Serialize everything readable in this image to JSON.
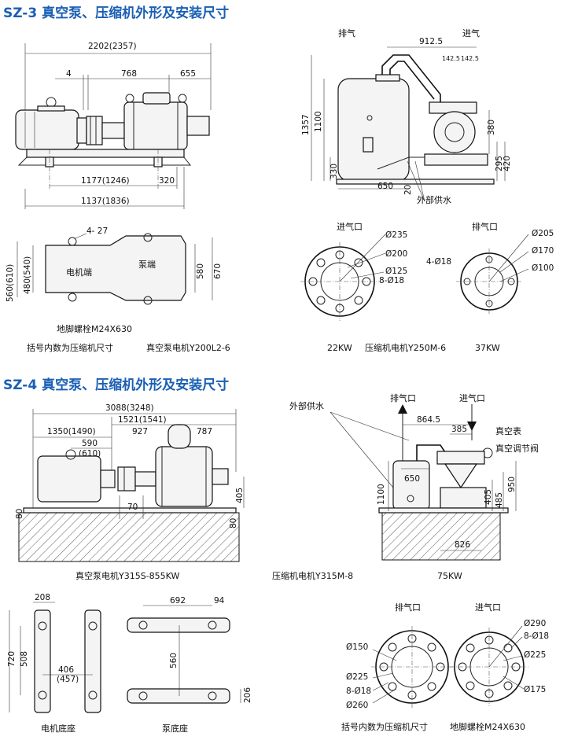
{
  "sz3": {
    "title": "SZ-3 真空泵、压缩机外形及安装尺寸",
    "side": {
      "dim_total": "2202(2357)",
      "dim_4": "4",
      "dim_768": "768",
      "dim_655": "655",
      "dim_1177": "1177(1246)",
      "dim_320": "320",
      "dim_1137": "1137(1836)"
    },
    "plan": {
      "bolt_holes": "4- 27",
      "motor_end": "电机端",
      "pump_end": "泵端",
      "dim_560": "560(610)",
      "dim_480": "480(540)",
      "dim_580": "580",
      "dim_670": "670",
      "anchor": "地脚螺栓M24X630"
    },
    "compressor": {
      "exhaust": "排气",
      "intake": "进气",
      "dim_912": "912.5",
      "dim_142a": "142.5",
      "dim_142b": "142.5",
      "dim_1357": "1357",
      "dim_1100": "1100",
      "dim_380": "380",
      "dim_295": "295",
      "dim_420": "420",
      "dim_330": "330",
      "dim_650": "650",
      "dim_20": "20",
      "ext_water": "外部供水"
    },
    "flanges": {
      "intake_port": "进气口",
      "exhaust_port": "排气口",
      "d235": "Ø235",
      "d200": "Ø200",
      "d125": "Ø125",
      "d8_18": "8-Ø18",
      "d205": "Ø205",
      "d170": "Ø170",
      "d100": "Ø100",
      "d4_18": "4-Ø18"
    },
    "captions": {
      "bracket_note": "括号内数为压缩机尺寸",
      "pump_motor": "真空泵电机Y200L2-6",
      "kw22": "22KW",
      "comp_motor": "压缩机电机Y250M-6",
      "kw37": "37KW"
    }
  },
  "sz4": {
    "title": "SZ-4 真空泵、压缩机外形及安装尺寸",
    "side": {
      "dim_3088": "3088(3248)",
      "dim_1521": "1521(1541)",
      "dim_1350": "1350(1490)",
      "dim_927": "927",
      "dim_787": "787",
      "dim_590": "590",
      "dim_610": "(610)",
      "dim_70": "70",
      "dim_80a": "80",
      "dim_80b": "80",
      "dim_405": "405"
    },
    "compressor": {
      "ext_water": "外部供水",
      "exhaust_port": "排气口",
      "intake_port": "进气口",
      "dim_864": "864.5",
      "dim_385": "385",
      "vac_gauge": "真空表",
      "vac_valve": "真空调节阀",
      "dim_650": "650",
      "dim_1100": "1100",
      "dim_405": "405",
      "dim_485": "485",
      "dim_950": "950",
      "dim_826": "826"
    },
    "captions": {
      "pump_motor": "真空泵电机Y315S-855KW",
      "comp_motor": "压缩机电机Y315M-8",
      "kw75": "75KW"
    },
    "bases": {
      "dim_208": "208",
      "dim_720": "720",
      "dim_508": "508",
      "dim_406": "406",
      "dim_457": "(457)",
      "dim_692": "692",
      "dim_94": "94",
      "dim_560": "560",
      "dim_206": "206",
      "motor_base": "电机底座",
      "pump_base": "泵底座"
    },
    "flanges": {
      "exhaust_port": "排气口",
      "intake_port": "进气口",
      "d150": "Ø150",
      "d225": "Ø225",
      "d8_18": "8-Ø18",
      "d260": "Ø260",
      "d290": "Ø290",
      "d8_18b": "8-Ø18",
      "d225b": "Ø225",
      "d175": "Ø175"
    },
    "footer": {
      "bracket_note": "括号内数为压缩机尺寸",
      "anchor": "地脚螺栓M24X630"
    }
  }
}
